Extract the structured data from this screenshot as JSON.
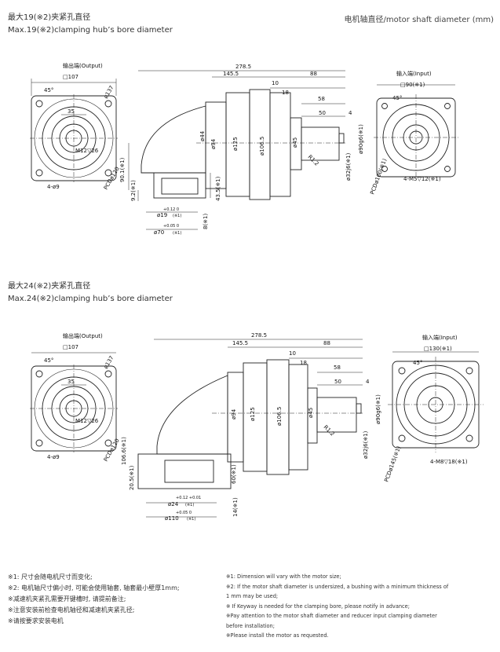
{
  "header_right": "电机轴直径/motor shaft diameter (mm)",
  "sections": [
    {
      "title_cn": "最大19(※2)夹紧孔直径",
      "title_en": "Max.19(※2)clamping hub’s bore diameter",
      "out_label": "输出端(Output)",
      "in_label": "输入端(Input)",
      "out_square": "□107",
      "in_square": "□90(※1)",
      "angle_out": "45°",
      "angle_in": "45°",
      "d137": "ø137",
      "d35": "35",
      "m12": "M12▽26",
      "holes_out": "4-ø9",
      "pcd_out": "PCDø120",
      "len_total": "278.5",
      "len_145": "145.5",
      "len_88": "88",
      "len_10": "10",
      "len_18": "18",
      "len_58": "58",
      "len_50": "50",
      "len_4": "4",
      "d94": "ø94",
      "d125": "ø125",
      "d106": "ø106.5",
      "d45": "ø45",
      "r12": "R1.2",
      "d32": "ø32j6(※1)",
      "d90g6": "ø90g6(※1)",
      "pcd_in": "PCDø100(※1)",
      "holes_in": "4-M5▽12(※1)",
      "h90": "90.1(※1)",
      "h92": "9.2(※1)",
      "h435": "43.5(※1)",
      "d19": "ø19",
      "d19_sub": "(※1)",
      "d19_tol": "+0.12 0",
      "d70": "ø70",
      "d70_sub": "(※1)",
      "d70_tol": "+0.05 0",
      "h8": "8(※1)",
      "d44": "ø44"
    },
    {
      "title_cn": "最大24(※2)夹紧孔直径",
      "title_en": "Max.24(※2)clamping hub’s bore diameter",
      "out_label": "输出端(Output)",
      "in_label": "输入端(Input)",
      "out_square": "□107",
      "in_square": "□130(※1)",
      "angle_out": "45°",
      "angle_in": "45°",
      "d137": "ø137",
      "d35": "35",
      "m12": "M12▽26",
      "holes_out": "4-ø9",
      "pcd_out": "PCDø120",
      "len_total": "278.5",
      "len_145": "145.5",
      "len_88": "88",
      "len_10": "10",
      "len_18": "18",
      "len_58": "58",
      "len_50": "50",
      "len_4": "4",
      "d94": "ø94",
      "d125": "ø125",
      "d106": "ø106.5",
      "d45": "ø45",
      "r12": "R1.2",
      "d32": "ø32j6(※1)",
      "d90g6": "ø90g6(※1)",
      "pcd_in": "PCDø145(※1)",
      "holes_in": "4-M8▽18(※1)",
      "h106": "106.6(※1)",
      "h205": "20.5(※1)",
      "h60": "60(※1)",
      "d24": "ø24",
      "d24_sub": "(※1)",
      "d24_tol": "+0.12 +0.01",
      "d110": "ø110",
      "d110_sub": "(※1)",
      "d110_tol": "+0.05 0",
      "h14": "14(※1)"
    }
  ],
  "notes_cn": [
    "※1: 尺寸会随电机尺寸而变化;",
    "※2: 电机轴尺寸偏小时, 可能会使用轴套, 轴套最小壁厚1mm;",
    "※减速机夹紧孔需要开键槽时, 请提前备注;",
    "※注意安装前检查电机轴径和减速机夹紧孔径;",
    "※请按要求安装电机"
  ],
  "notes_en": [
    "※1: Dimension will vary with the motor size;",
    "※2: If the motor shaft diameter is undersized, a bushing with a minimum thickness of",
    "1 mm may be used;",
    "※ If Keyway is needed for the clamping bore, please notify in advance;",
    "※Pay attention to the motor shaft diameter and reducer input clamping diameter",
    "before installation;",
    "※Please install the motor as requested."
  ]
}
